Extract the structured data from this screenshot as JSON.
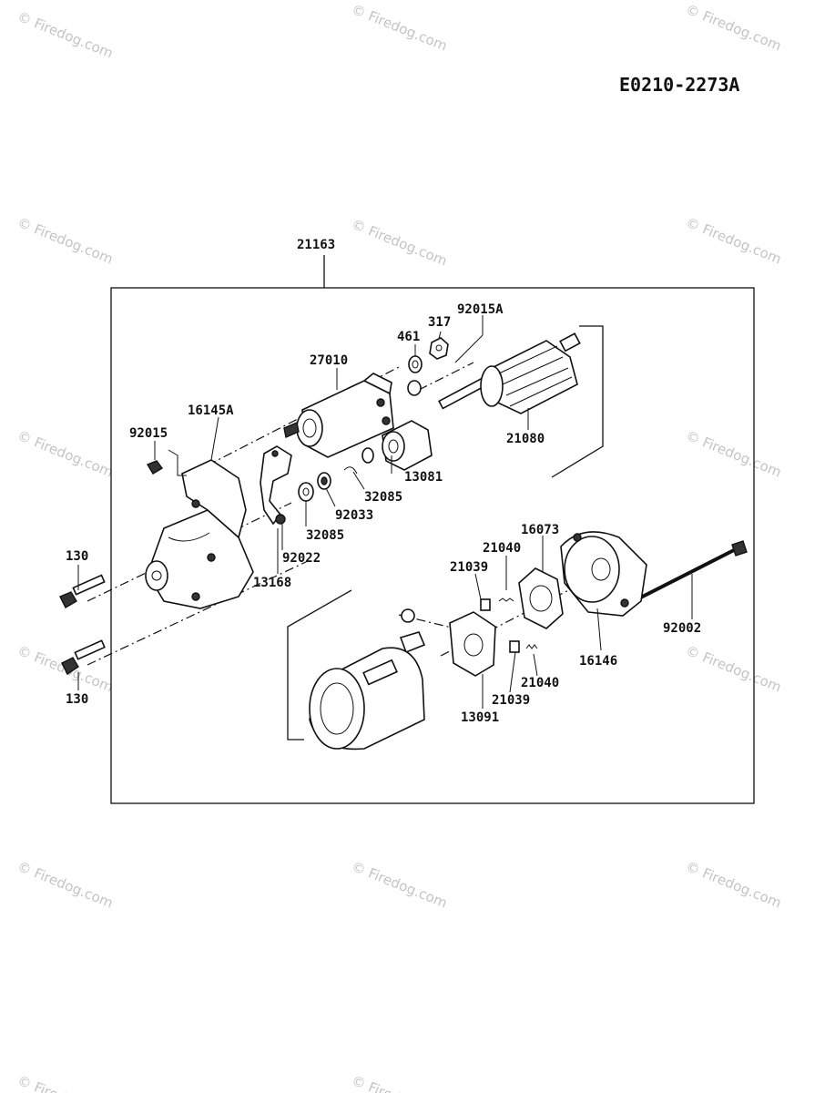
{
  "drawing_code": "E0210-2273A",
  "watermark": "© Firedog.com",
  "part_labels": {
    "p21163": "21163",
    "p92015A": "92015A",
    "p317": "317",
    "p461": "461",
    "p27010": "27010",
    "p16145A": "16145A",
    "p92015": "92015",
    "p21080": "21080",
    "p13081": "13081",
    "p32085a": "32085",
    "p92033": "92033",
    "p32085b": "32085",
    "p92022": "92022",
    "p13168": "13168",
    "p130a": "130",
    "p130b": "130",
    "p16073": "16073",
    "p21040a": "21040",
    "p21039a": "21039",
    "p92002": "92002",
    "p16146": "16146",
    "p21040b": "21040",
    "p21039b": "21039",
    "p13091": "13091"
  }
}
